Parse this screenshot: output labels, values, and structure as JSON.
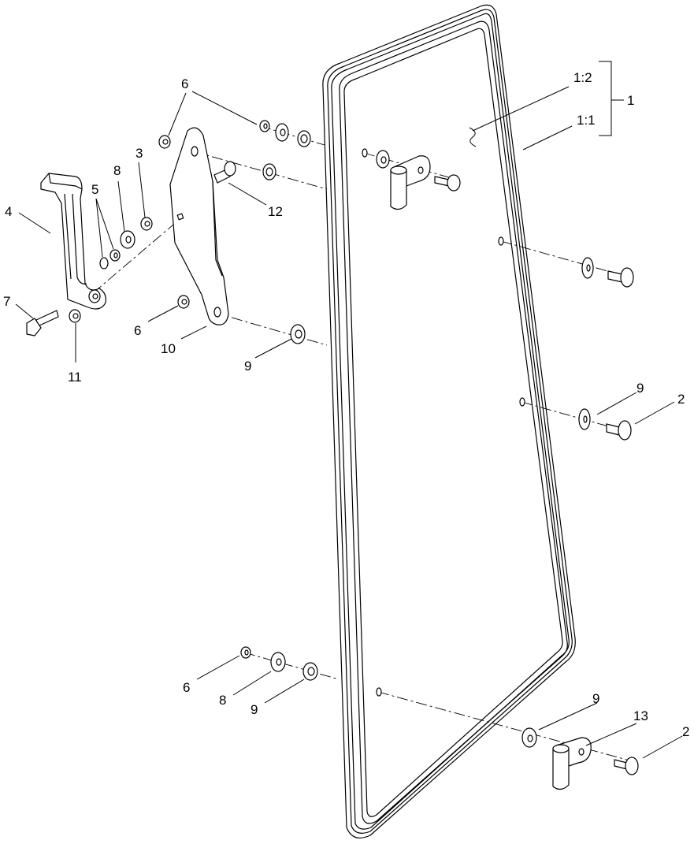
{
  "callouts": {
    "c1": "1",
    "c1_1": "1:1",
    "c1_2": "1:2",
    "c2_upper": "2",
    "c2_lower": "2",
    "c3": "3",
    "c4": "4",
    "c5": "5",
    "c6_top": "6",
    "c6_mid": "6",
    "c6_bottom": "6",
    "c7": "7",
    "c8_upper": "8",
    "c8_lower": "8",
    "c9_mid": "9",
    "c9_right": "9",
    "c9_bottom": "9",
    "c9_lower_right": "9",
    "c10": "10",
    "c11": "11",
    "c12": "12",
    "c13": "13"
  }
}
